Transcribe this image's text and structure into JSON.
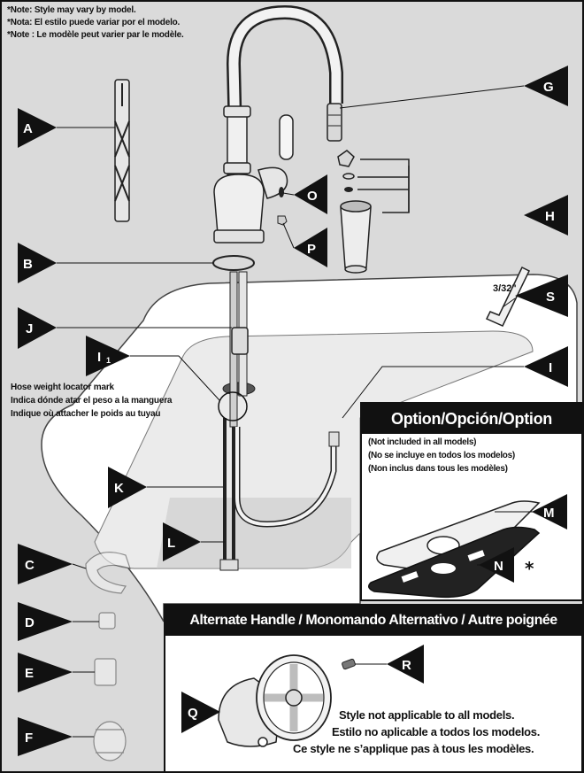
{
  "notes": [
    "*Note:  Style may vary by model.",
    "*Nota: El estilo puede variar por el modelo.",
    "*Note : Le modèle peut varier par le modèle."
  ],
  "callouts": {
    "A": "A",
    "B": "B",
    "C": "C",
    "D": "D",
    "E": "E",
    "F": "F",
    "G": "G",
    "H": "H",
    "I": "I",
    "I1": "I",
    "I1_sub": "1",
    "J": "J",
    "K": "K",
    "L": "L",
    "M": "M",
    "N": "N",
    "O": "O",
    "P": "P",
    "Q": "Q",
    "R": "R",
    "S": "S"
  },
  "hex_key_size": "3/32\"",
  "hose_mark": [
    "Hose weight locator mark",
    "Indica dónde atar el peso a la manguera",
    "Indique où attacher le poids au tuyau"
  ],
  "option": {
    "title": "Option/Opción/Option",
    "lines": [
      "(Not included in all models)",
      "(No se incluye en todos los modelos)",
      "(Non inclus dans tous les modèles)"
    ],
    "asterisk": "*"
  },
  "alternate": {
    "title": "Alternate Handle / Monomando Alternativo / Autre poignée",
    "lines": [
      "Style not applicable to all models.",
      "Estilo no aplicable a todos los modelos.",
      "Ce style ne s’applique pas à tous les modèles."
    ]
  },
  "colors": {
    "background": "#dadada",
    "label": "#111111",
    "sink": "#ffffff"
  }
}
